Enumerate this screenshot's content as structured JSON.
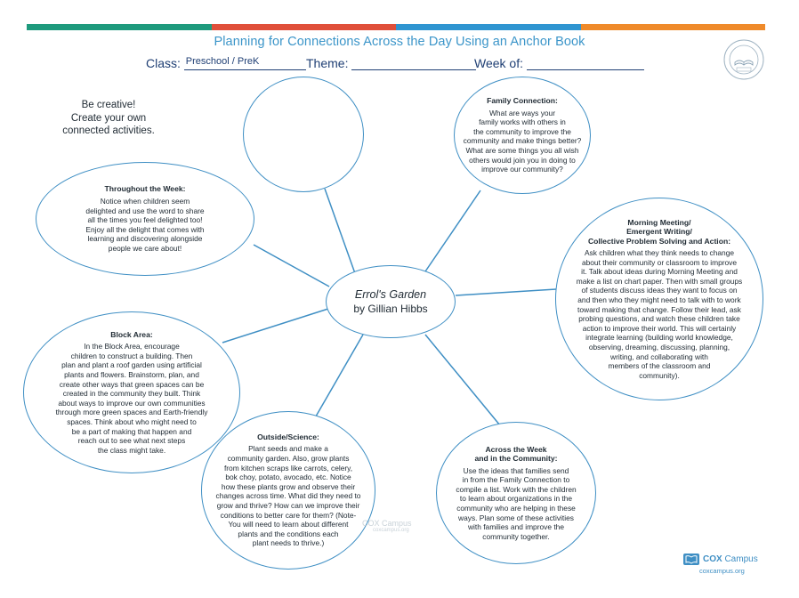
{
  "header": {
    "title": "Planning for Connections Across the Day Using an Anchor Book",
    "class_label": "Class:",
    "class_value": "Preschool / PreK",
    "theme_label": "Theme:",
    "theme_value": "",
    "week_label": "Week of:",
    "week_value": ""
  },
  "colors": {
    "bar": [
      "#1e9a7d",
      "#e04f3a",
      "#2f95d1",
      "#ef8a2a"
    ],
    "accent": "#3b95c9",
    "field_text": "#1f3f74"
  },
  "creative_note": [
    "Be creative!",
    "Create your own",
    "connected activities."
  ],
  "center": {
    "title": "Errol's Garden",
    "author": "by Gillian Hibbs"
  },
  "bubbles": {
    "family": {
      "heading": "Family Connection:",
      "body": [
        "What are ways your",
        "family works with others in",
        "the community to improve the",
        "community and make things better?",
        "What are some things you all wish",
        "others would join you in doing to",
        "improve our community?"
      ]
    },
    "throughout": {
      "heading": "Throughout the Week:",
      "body": [
        "Notice when children seem",
        "delighted and use the word to share",
        "all the times you feel delighted too!",
        "Enjoy all the delight that comes with",
        "learning and discovering alongside",
        "people we care about!"
      ]
    },
    "morning": {
      "heading": [
        "Morning Meeting/",
        "Emergent Writing/",
        "Collective Problem Solving and Action:"
      ],
      "body": [
        "Ask children what they think needs to change",
        "about their community or classroom to improve",
        "it. Talk about ideas during Morning Meeting and",
        "make a list on chart paper. Then with small groups",
        "of students discuss ideas they want to focus on",
        "and then who they might need to talk with to work",
        "toward making that change. Follow their lead, ask",
        "probing questions, and watch these children take",
        "action to improve their world. This will certainly",
        "integrate learning (building world knowledge,",
        "observing, dreaming, discussing, planning,",
        "writing, and collaborating with",
        "members of the classroom and",
        "community)."
      ]
    },
    "block": {
      "heading": "Block Area:",
      "body": [
        "In the Block Area, encourage",
        "children to construct a building. Then",
        "plan and plant a roof garden using artificial",
        "plants and flowers. Brainstorm, plan, and",
        "create other ways that green spaces can be",
        "created in the community they built. Think",
        "about ways to improve our own communities",
        "through more green spaces and Earth-friendly",
        "spaces. Think about who might need to",
        "be a part of making that happen and",
        "reach out to see what next steps",
        "the class might take."
      ]
    },
    "outside": {
      "heading": "Outside/Science:",
      "body": [
        "Plant seeds and make a",
        "community garden. Also, grow plants",
        "from kitchen scraps like carrots, celery,",
        "bok choy, potato, avocado, etc. Notice",
        "how these plants grow and observe their",
        "changes across time. What did they need to",
        "grow and thrive? How can we improve their",
        "conditions to better care for them? (Note-",
        "You will need to learn about different",
        "plants and the conditions each",
        "plant needs to thrive.)"
      ]
    },
    "across": {
      "heading": [
        "Across the Week",
        "and in the Community:"
      ],
      "body": [
        "Use the ideas that families send",
        "in from the Family Connection to",
        "compile a list. Work with the children",
        "to learn about organizations in the",
        "community who are helping in these",
        "ways. Plan some of these activities",
        "with families and improve the",
        "community together."
      ]
    }
  },
  "watermark": {
    "name": "COX Campus",
    "url": "coxcampus.org"
  },
  "footer_logo": {
    "cox": "COX",
    "campus": "Campus",
    "url": "coxcampus.org"
  }
}
